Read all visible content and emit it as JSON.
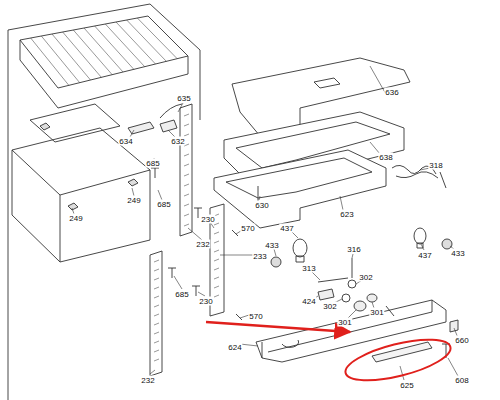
{
  "diagram": {
    "labels": [
      "635",
      "636",
      "634",
      "632",
      "685",
      "638",
      "318",
      "249",
      "249",
      "685",
      "630",
      "230",
      "232",
      "623",
      "570",
      "437",
      "437",
      "433",
      "433",
      "316",
      "233",
      "313",
      "302",
      "302",
      "424",
      "230",
      "685",
      "570",
      "301",
      "301",
      "232",
      "624",
      "625",
      "660",
      "608"
    ]
  }
}
